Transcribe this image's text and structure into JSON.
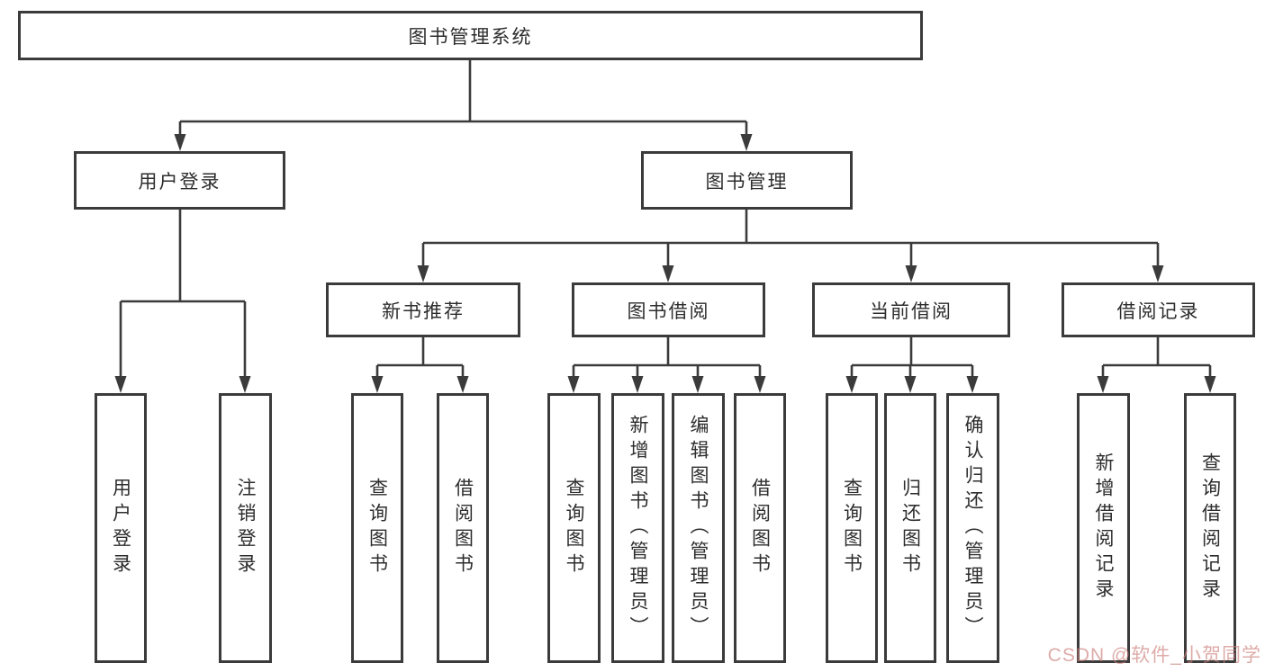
{
  "tree": {
    "label": "图书管理系统",
    "children": [
      {
        "label": "用户登录",
        "children": [
          {
            "label": "用户登录"
          },
          {
            "label": "注销登录"
          }
        ]
      },
      {
        "label": "图书管理",
        "children": [
          {
            "label": "新书推荐",
            "children": [
              {
                "label": "查询图书"
              },
              {
                "label": "借阅图书"
              }
            ]
          },
          {
            "label": "图书借阅",
            "children": [
              {
                "label": "查询图书"
              },
              {
                "label": "新增图书（管理员）"
              },
              {
                "label": "编辑图书（管理员）"
              },
              {
                "label": "借阅图书"
              }
            ]
          },
          {
            "label": "当前借阅",
            "children": [
              {
                "label": "查询图书"
              },
              {
                "label": "归还图书"
              },
              {
                "label": "确认归还（管理员）"
              }
            ]
          },
          {
            "label": "借阅记录",
            "children": [
              {
                "label": "新增借阅记录"
              },
              {
                "label": "查询借阅记录"
              }
            ]
          }
        ]
      }
    ]
  },
  "watermark": {
    "text": "CSDN @软件_小贺同学"
  },
  "colors": {
    "line": "#3b3b3b",
    "text": "#2d2d2d",
    "box_background": "#ffffff",
    "watermark": "rgba(203,126,121,0.65)"
  }
}
